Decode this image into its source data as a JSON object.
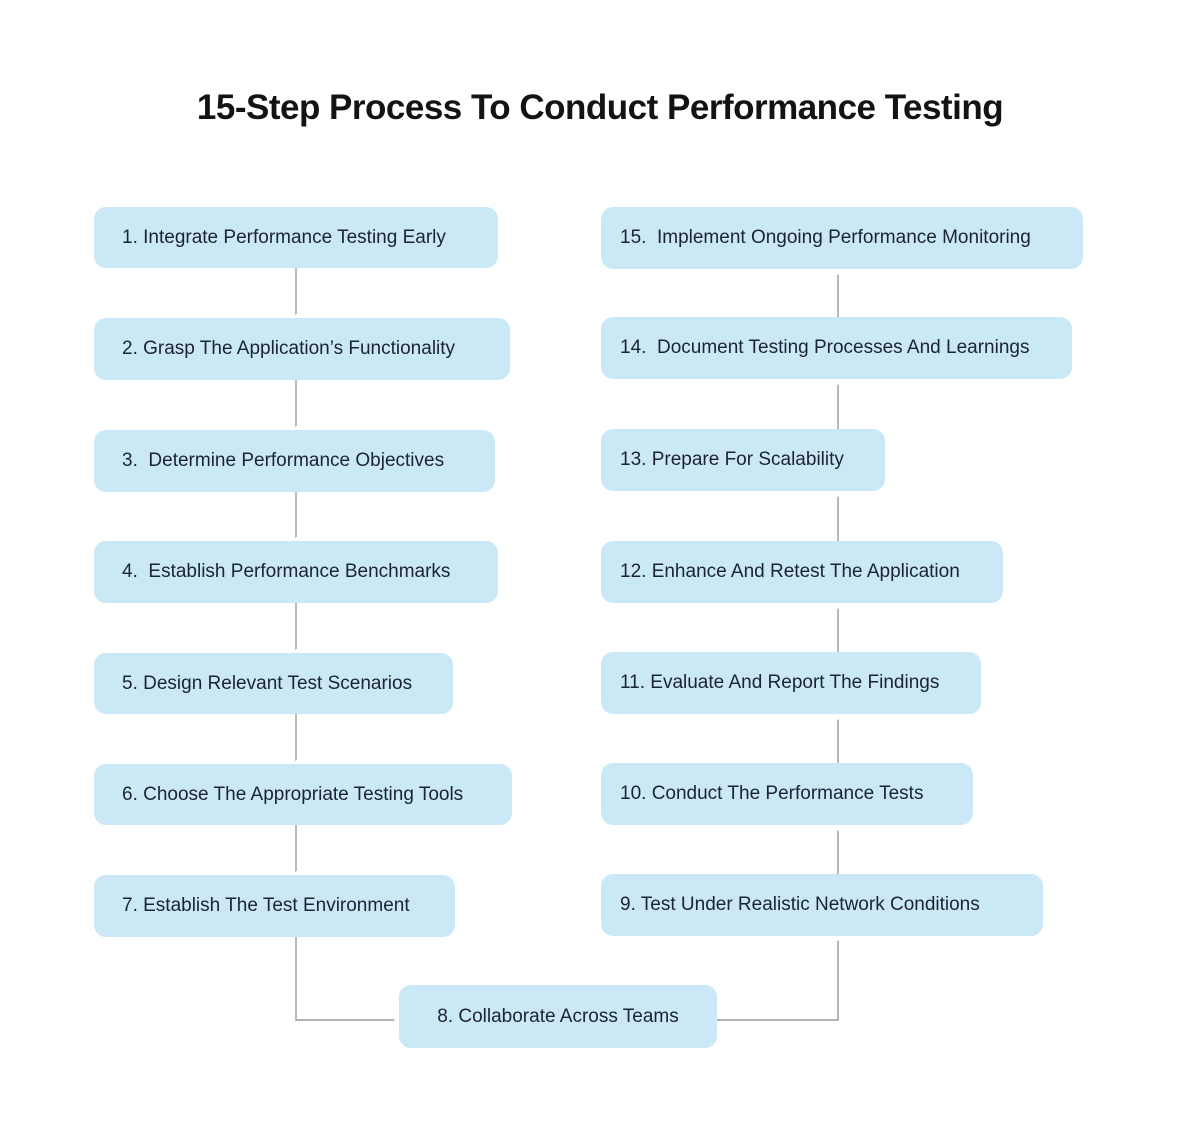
{
  "title": "15-Step Process To Conduct Performance Testing",
  "colors": {
    "background": "#ffffff",
    "box_fill": "#cbe8f6",
    "box_text": "#1a2433",
    "arrow": "#999999",
    "title_text": "#131313"
  },
  "diagram": {
    "type": "flowchart",
    "flow": "steps 1-7 down left column, 8 at bottom center, 9-15 up right column"
  },
  "steps": [
    {
      "label": "1. Integrate Performance Testing Early"
    },
    {
      "label": "2. Grasp The Application’s Functionality"
    },
    {
      "label": "3.  Determine Performance Objectives"
    },
    {
      "label": "4.  Establish Performance Benchmarks"
    },
    {
      "label": "5. Design Relevant Test Scenarios"
    },
    {
      "label": "6. Choose The Appropriate Testing Tools"
    },
    {
      "label": "7. Establish The Test Environment"
    },
    {
      "label": "8. Collaborate Across Teams"
    },
    {
      "label": "9. Test Under Realistic Network Conditions"
    },
    {
      "label": "10. Conduct The Performance Tests"
    },
    {
      "label": "11. Evaluate And Report The Findings"
    },
    {
      "label": "12. Enhance And Retest The Application"
    },
    {
      "label": "13. Prepare For Scalability"
    },
    {
      "label": "14.  Document Testing Processes And Learnings"
    },
    {
      "label": "15.  Implement Ongoing Performance Monitoring"
    }
  ]
}
